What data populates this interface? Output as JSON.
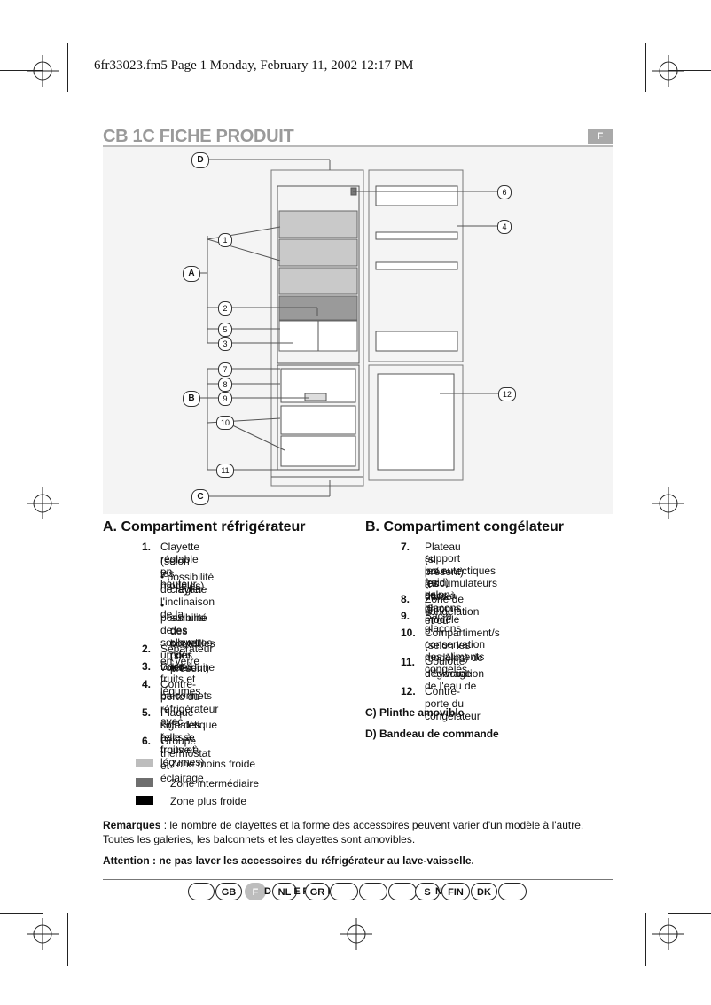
{
  "header": {
    "file_line": "6fr33023.fm5  Page 1  Monday, February 11, 2002  12:17 PM"
  },
  "title": "CB 1C FICHE PRODUIT",
  "language_tab": "F",
  "diagram": {
    "labels": [
      "D",
      "A",
      "B",
      "C",
      "1",
      "2",
      "5",
      "3",
      "7",
      "8",
      "9",
      "10",
      "11",
      "6",
      "4",
      "12"
    ]
  },
  "section_a": {
    "title": "A. Compartiment réfrigérateur",
    "items": [
      {
        "num": "1.",
        "lines": [
          "Clayette réglable en hauteur",
          "(selon les modèles)"
        ]
      },
      {
        "bullet": "• possibilité de régler l'inclinaison de la",
        "bullet2": "clayette"
      },
      {
        "bullet": "• possibilité de soulever un des volets",
        "bullet2": "sur une des clayettes pour introduire",
        "bullet3": "des bouteilles (si présent)"
      },
      {
        "num": "2.",
        "text": "Séparateur en verre"
      },
      {
        "num": "3.",
        "text": "Bacs à fruits et légumes"
      },
      {
        "num": "4.",
        "text": "Contre-porte du réfrigérateur avec",
        "text2": "balconnets"
      },
      {
        "num": "5.",
        "text": "Plaque signalétique (elle se trouve à",
        "text2": "côté des bacs à fruits et légumes)"
      },
      {
        "num": "6.",
        "text": "Groupe thermostat et éclairage"
      }
    ]
  },
  "section_b": {
    "title": "B. Compartiment congélateur",
    "items": [
      {
        "num": "7.",
        "text": "Plateau (si présent) à utiliser comme",
        "text2": "support pour les bacs à glaçons et/ou",
        "text3": "les eutectiques (accumulateurs de",
        "text4": "froid) selon le modèle"
      },
      {
        "num": "8.",
        "text": "Zone de congélation"
      },
      {
        "num": "9.",
        "text": "Bac à glaçons"
      },
      {
        "num": "10.",
        "text": "Compartiment/s (selon les modèles) de",
        "text2": "conservation des aliments congelés"
      },
      {
        "num": "11.",
        "text": "Goulotte d'évacuation de l'eau de",
        "text2": "dégivrage"
      },
      {
        "num": "12.",
        "text": "Contre-porte du congélateur"
      }
    ],
    "c_label": "C) Plinthe amovible",
    "d_label": "D) Bandeau de commande"
  },
  "legend": [
    {
      "label": "Zone moins froide",
      "color": "#bdbdbd"
    },
    {
      "label": "Zone intermédiaire",
      "color": "#6e6e6e"
    },
    {
      "label": "Zone plus froide",
      "color": "#000000"
    }
  ],
  "remarks": {
    "label": "Remarques",
    "text1": " : le nombre de clayettes et la forme des accessoires peuvent varier d'un modèle à l'autre.",
    "text2": "Toutes les galeries, les balconnets et les clayettes sont amovibles."
  },
  "attention": "Attention : ne pas laver les accessoires du réfrigérateur au lave-vaisselle.",
  "language_pills": [
    "",
    "GB",
    "F",
    "D",
    "NL",
    "E",
    "P",
    "GR",
    "I",
    "",
    "",
    "",
    "S",
    "N",
    "FIN",
    "DK",
    ""
  ]
}
